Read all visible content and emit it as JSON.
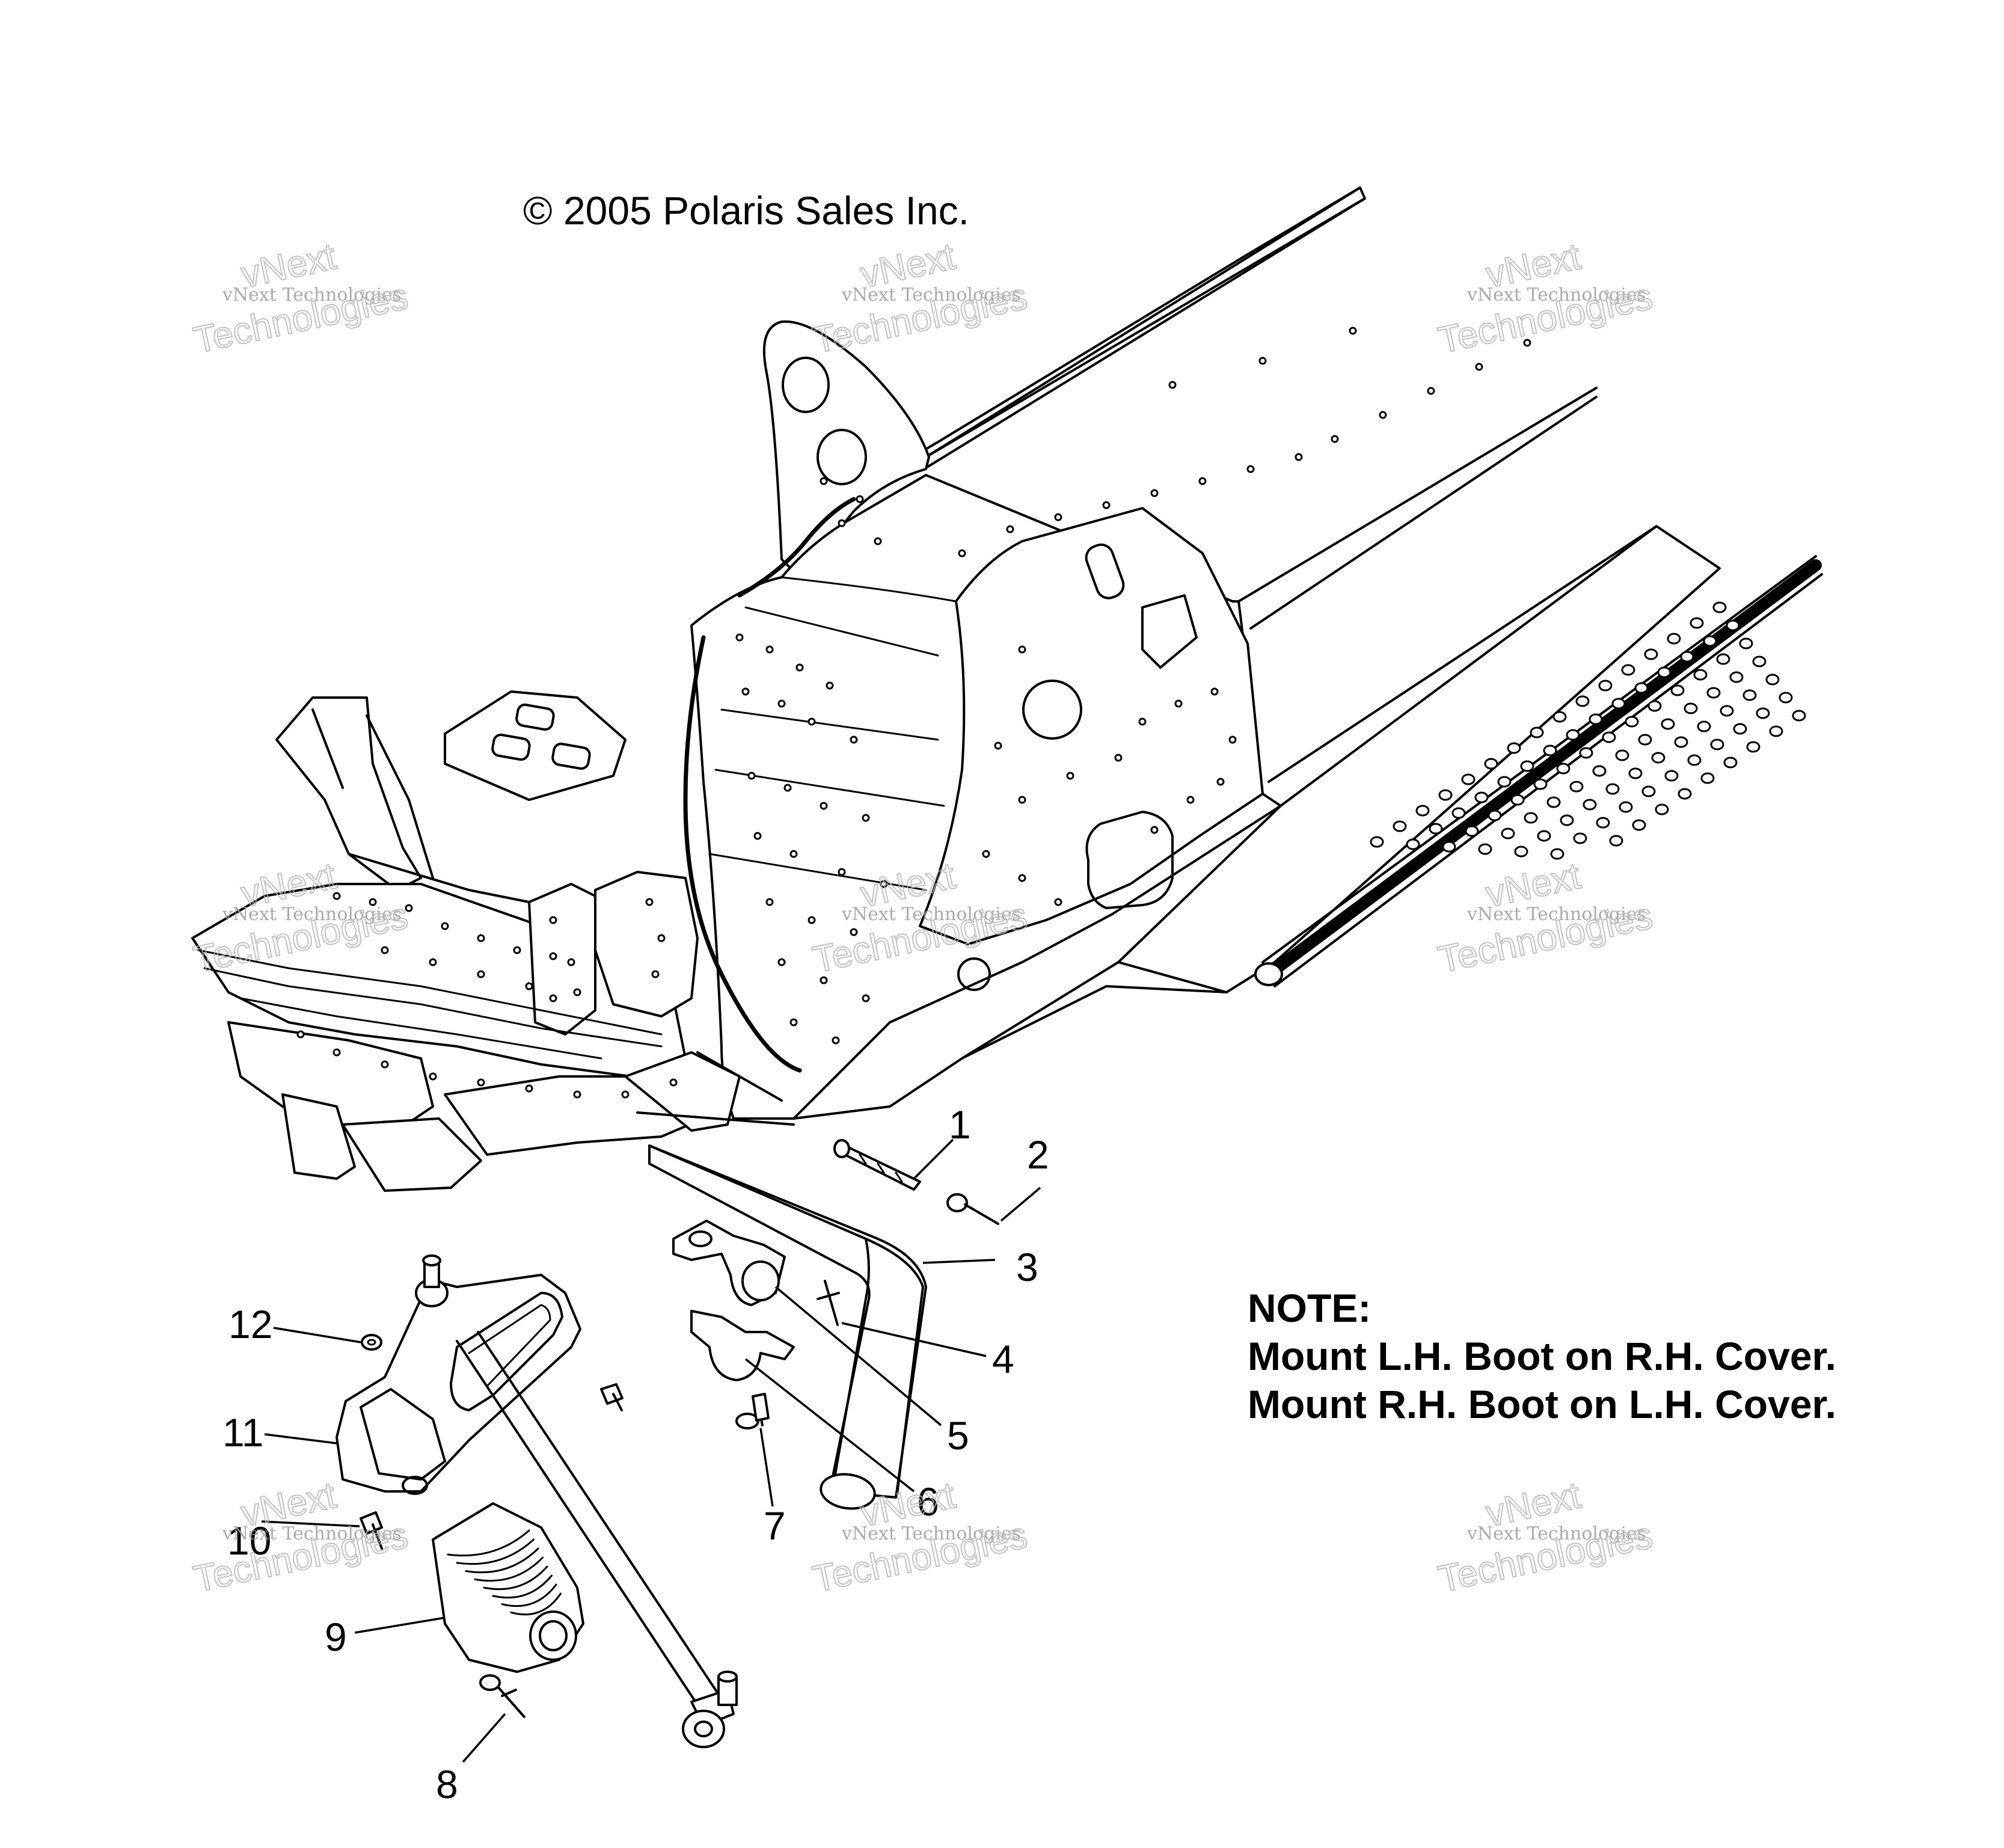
{
  "copyright": "© 2005 Polaris Sales Inc.",
  "note": {
    "heading": "NOTE:",
    "line1": "Mount L.H. Boot on R.H. Cover.",
    "line2": "Mount R.H. Boot on L.H. Cover."
  },
  "watermark": {
    "small": "vNext Technologies",
    "big_top": "vNext",
    "big_bottom": "Technologies"
  },
  "callouts": [
    "1",
    "2",
    "3",
    "4",
    "5",
    "6",
    "7",
    "8",
    "9",
    "10",
    "11",
    "12"
  ]
}
